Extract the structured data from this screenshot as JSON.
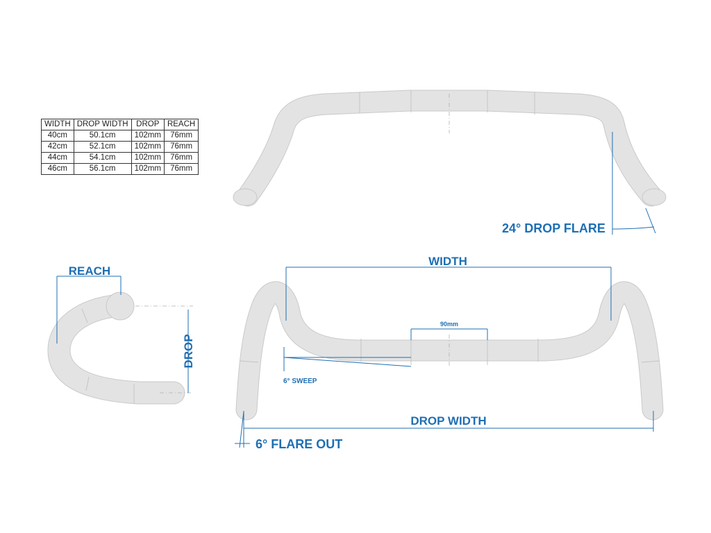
{
  "spec_table": {
    "headers": [
      "WIDTH",
      "DROP WIDTH",
      "DROP",
      "REACH"
    ],
    "rows": [
      [
        "40cm",
        "50.1cm",
        "102mm",
        "76mm"
      ],
      [
        "42cm",
        "52.1cm",
        "102mm",
        "76mm"
      ],
      [
        "44cm",
        "54.1cm",
        "102mm",
        "76mm"
      ],
      [
        "46cm",
        "56.1cm",
        "102mm",
        "76mm"
      ]
    ]
  },
  "labels": {
    "drop_flare": "24° DROP FLARE",
    "width": "WIDTH",
    "reach": "REACH",
    "drop": "DROP",
    "clamp": "90mm",
    "sweep": "6° SWEEP",
    "drop_width": "DROP WIDTH",
    "flare_out": "6° FLARE OUT"
  },
  "colors": {
    "accent": "#1f6fb3",
    "bar": "#e3e3e3"
  }
}
